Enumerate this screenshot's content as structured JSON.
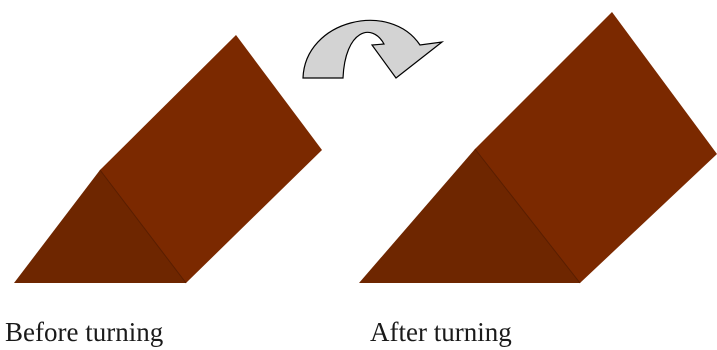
{
  "captions": {
    "before": "Before turning",
    "after": "After turning"
  },
  "colors": {
    "prism_side": "#7B2900",
    "prism_end_face": "#6E2600",
    "edge": "#5A1E00",
    "arrow_fill": "#D3D3D3",
    "arrow_stroke": "#000000"
  },
  "icons": {
    "turn_arrow": "curved-arrow-right"
  }
}
